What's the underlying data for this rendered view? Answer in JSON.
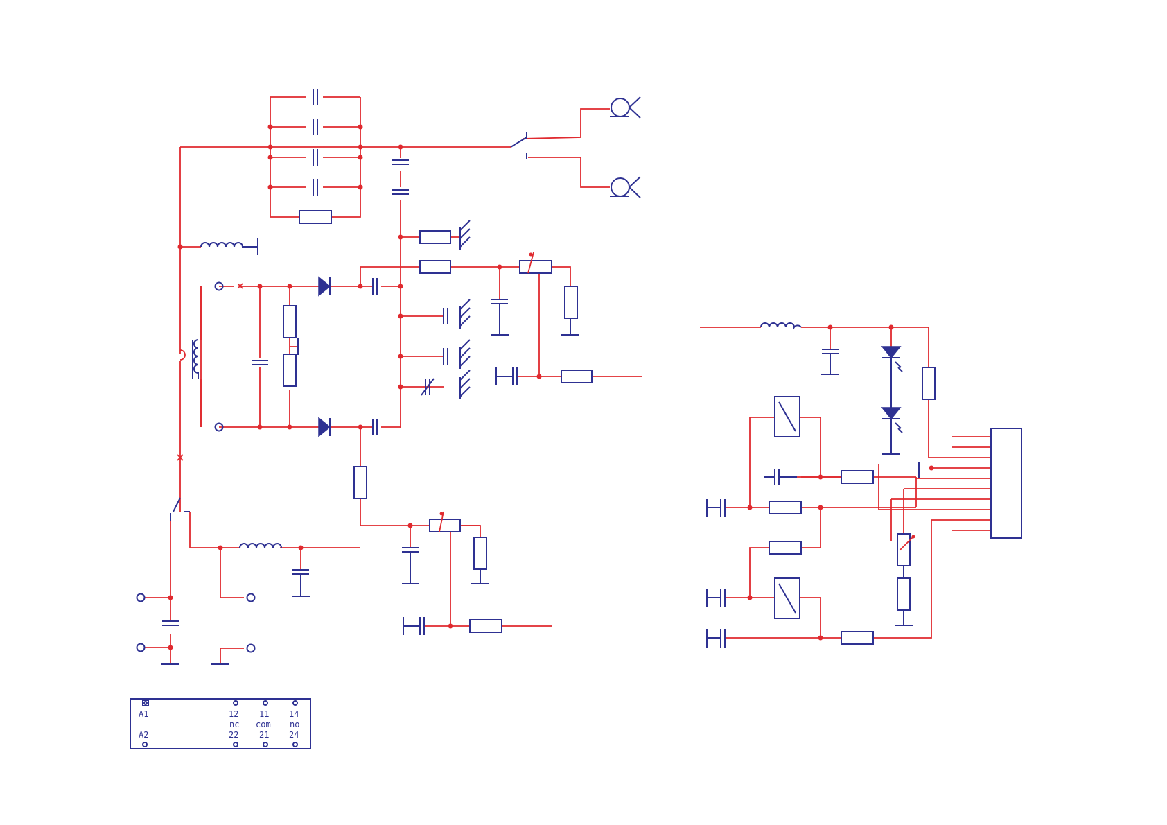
{
  "colors": {
    "wire": "#e02a2f",
    "component": "#2e3192",
    "background": "#ffffff"
  },
  "relay_legend": {
    "coil_top": "A1",
    "coil_bottom": "A2",
    "contacts_top": [
      "12",
      "11",
      "14"
    ],
    "contacts_mid": [
      "nc",
      "com",
      "no"
    ],
    "contacts_bottom": [
      "22",
      "21",
      "24"
    ]
  }
}
